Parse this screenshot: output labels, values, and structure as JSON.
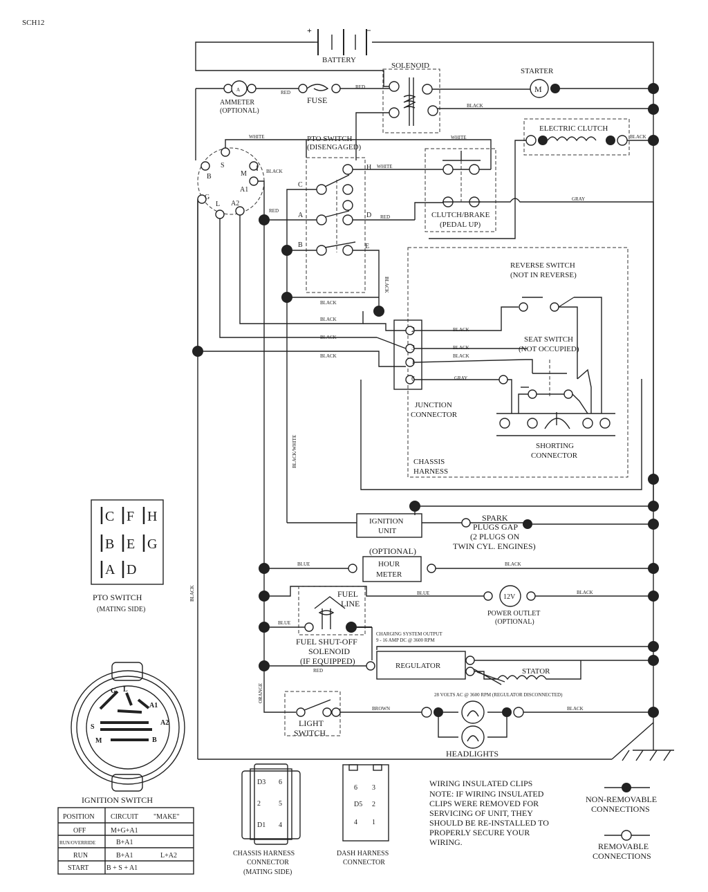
{
  "doc_code": "SCH12",
  "battery": {
    "label": "BATTERY",
    "plus": "+",
    "minus": "−"
  },
  "solenoid": "SOLENOID",
  "starter": {
    "label": "STARTER",
    "symbol": "M"
  },
  "ammeter": {
    "symbol": "A",
    "label1": "AMMETER",
    "label2": "(OPTIONAL)"
  },
  "fuse": "FUSE",
  "electric_clutch": "ELECTRIC CLUTCH",
  "pto_switch_diag": {
    "label1": "PTO SWITCH",
    "label2": "(DISENGAGED)"
  },
  "clutch_brake": {
    "label1": "CLUTCH/BRAKE",
    "label2": "(PEDAL UP)"
  },
  "reverse_switch": {
    "label1": "REVERSE SWITCH",
    "label2": "(NOT IN REVERSE)"
  },
  "seat_switch": {
    "label1": "SEAT SWITCH",
    "label2": "(NOT OCCUPIED)"
  },
  "junction_connector": {
    "label1": "JUNCTION",
    "label2": "CONNECTOR"
  },
  "shorting_connector": {
    "label1": "SHORTING",
    "label2": "CONNECTOR"
  },
  "chassis_harness": {
    "label1": "CHASSIS",
    "label2": "HARNESS"
  },
  "ignition_unit": {
    "label1": "IGNITION",
    "label2": "UNIT"
  },
  "spark_plugs": {
    "line1": "SPARK",
    "line2": "PLUGS GAP",
    "line3": "(2 PLUGS ON",
    "line4": "TWIN CYL. ENGINES)"
  },
  "hour_meter": {
    "optional": "(OPTIONAL)",
    "label1": "HOUR",
    "label2": "METER"
  },
  "power_outlet": {
    "symbol": "12V",
    "label1": "POWER OUTLET",
    "label2": "(OPTIONAL)"
  },
  "fuel_solenoid": {
    "line1": "FUEL SHUT-OFF",
    "line2": "SOLENOID",
    "line3": "(IF EQUIPPED)",
    "fuel": "FUEL",
    "line": "LINE"
  },
  "charging": {
    "line1": "CHARGING SYSTEM OUTPUT",
    "line2": "9 - 16 AMP DC @ 3600 RPM",
    "ac": "28 VOLTS AC @ 3600 RPM (REGULATOR DISCONNECTED)"
  },
  "regulator": "REGULATOR",
  "stator": "STATOR",
  "light_switch": {
    "label1": "LIGHT",
    "label2": "SWITCH"
  },
  "headlights": "HEADLIGHTS",
  "wires": {
    "red": "RED",
    "black": "BLACK",
    "white": "WHITE",
    "gray": "GRAY",
    "blue": "BLUE",
    "orange": "ORANGE",
    "brown": "BROWN",
    "black_white": "BLACK/WHITE"
  },
  "ign_terms": {
    "s": "S",
    "b": "B",
    "g": "G",
    "l": "L",
    "m": "M",
    "a1": "A1",
    "a2": "A2"
  },
  "pto_terms": {
    "c": "C",
    "h": "H",
    "a": "A",
    "d": "D",
    "b": "B",
    "e": "E"
  },
  "junction_pins": {
    "p2": "2",
    "p3": "3",
    "p1": "1",
    "p6": "6"
  },
  "pto_mating": {
    "c": "C",
    "f": "F",
    "h": "H",
    "b": "B",
    "e": "E",
    "g": "G",
    "a": "A",
    "d": "D",
    "label1": "PTO SWITCH",
    "label2": "(MATING SIDE)"
  },
  "ignition_switch": {
    "title": "IGNITION SWITCH",
    "face": {
      "g": "G",
      "l": "L",
      "a1": "A1",
      "a2": "A2",
      "s": "S",
      "m": "M",
      "b": "B"
    },
    "headers": [
      "POSITION",
      "CIRCUIT",
      "\"MAKE\""
    ],
    "rows": [
      {
        "pos": "OFF",
        "c1": "M+G+A1",
        "c2": ""
      },
      {
        "pos": "RUN/OVERRIDE",
        "c1": "B+A1",
        "c2": ""
      },
      {
        "pos": "RUN",
        "c1": "B+A1",
        "c2": "L+A2"
      },
      {
        "pos": "START",
        "c1": "B + S + A1",
        "c2": ""
      }
    ]
  },
  "chassis_conn": {
    "d3": "D3",
    "p6": "6",
    "p2": "2",
    "p5": "5",
    "d1": "D1",
    "p4": "4",
    "label1": "CHASSIS HARNESS",
    "label2": "CONNECTOR",
    "label3": "(MATING SIDE)"
  },
  "dash_conn": {
    "p6": "6",
    "p3": "3",
    "d5": "D5",
    "p2": "2",
    "p4": "4",
    "p1": "1",
    "label1": "DASH HARNESS",
    "label2": "CONNECTOR"
  },
  "note": {
    "title": "WIRING INSULATED CLIPS",
    "lines": [
      "NOTE: IF WIRING INSULATED",
      "CLIPS WERE REMOVED FOR",
      "SERVICING OF UNIT, THEY",
      "SHOULD BE RE-INSTALLED TO",
      "PROPERLY SECURE YOUR",
      "WIRING."
    ]
  },
  "legend": {
    "non_removable1": "NON-REMOVABLE",
    "non_removable2": "CONNECTIONS",
    "removable1": "REMOVABLE",
    "removable2": "CONNECTIONS"
  }
}
